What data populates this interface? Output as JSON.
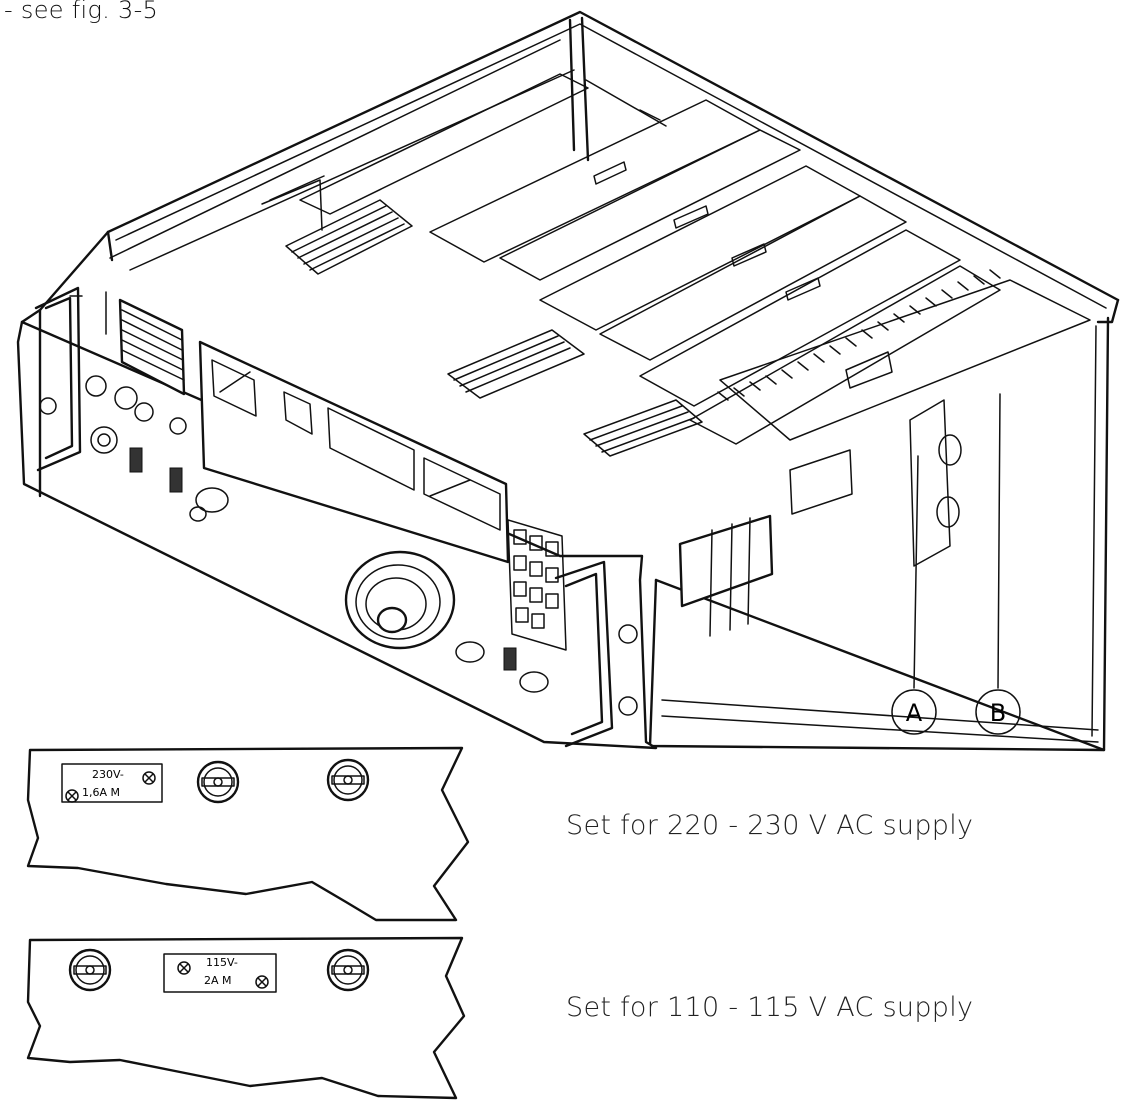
{
  "top_note": "-   see fig. 3-5",
  "callouts": {
    "a": "A",
    "b": "B"
  },
  "panel_230": {
    "label_line1": "230V-",
    "label_line2": "1,6A M"
  },
  "panel_115": {
    "label_line1": "115V-",
    "label_line2": "2A M"
  },
  "captions": {
    "set_230": "Set for 220 - 230 V AC supply",
    "set_115": "Set for 110 - 115 V AC supply"
  }
}
